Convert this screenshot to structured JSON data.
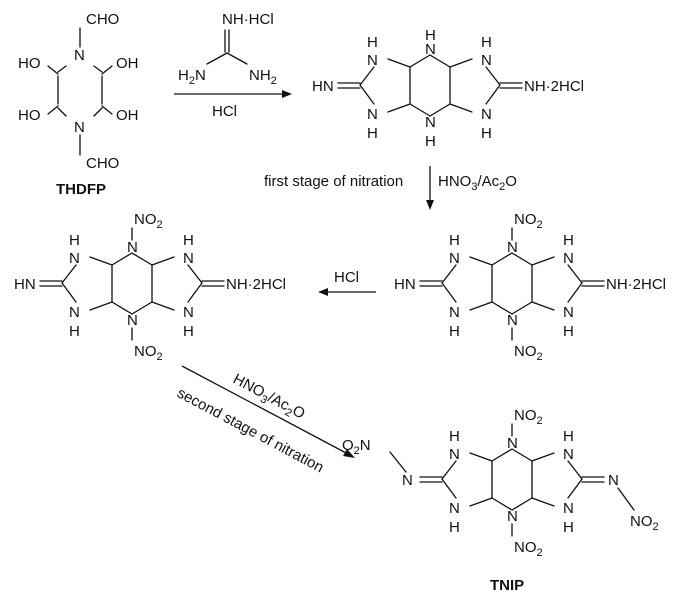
{
  "compounds": {
    "thdfp": {
      "label": "THDFP",
      "formyl_top": "CHO",
      "formyl_bottom": "CHO",
      "hydroxyl": "HO",
      "hydroxyl_right": "OH",
      "ring_n": "N"
    },
    "intermediate1": {
      "imine_left": "HN",
      "salt_right": "NH·2HCl",
      "n": "N",
      "h": "H"
    },
    "intermediate2": {
      "imine_left": "HN",
      "salt_right": "NH·2HCl",
      "nitro": "NO",
      "nitro_sub": "2",
      "n": "N",
      "h": "H"
    },
    "intermediate3": {
      "imine_left": "HN",
      "salt_right": "NH·2HCl",
      "nitro": "NO",
      "nitro_sub": "2",
      "n": "N",
      "h": "H"
    },
    "tnip": {
      "label": "TNIP",
      "nitro": "NO",
      "nitro_sub": "2",
      "o2n_o": "O",
      "o2n_sub": "2",
      "o2n_n": "N",
      "n": "N",
      "h": "H"
    }
  },
  "reagents": {
    "guanidine_top": "NH·HCl",
    "guanidine_left": "H",
    "guanidine_left_sub": "2",
    "guanidine_left_n": "N",
    "guanidine_right": "NH",
    "guanidine_right_sub": "2",
    "step1_below": "HCl",
    "step2_label": "first stage of nitration",
    "step2_reagent_a": "HNO",
    "step2_reagent_sub1": "3",
    "step2_reagent_b": "/Ac",
    "step2_reagent_sub2": "2",
    "step2_reagent_c": "O",
    "step3_reagent": "HCl",
    "step4_reagent_a": "HNO",
    "step4_reagent_sub1": "3",
    "step4_reagent_b": "/Ac",
    "step4_reagent_sub2": "2",
    "step4_reagent_c": "O",
    "step4_label": "second stage of nitration"
  }
}
